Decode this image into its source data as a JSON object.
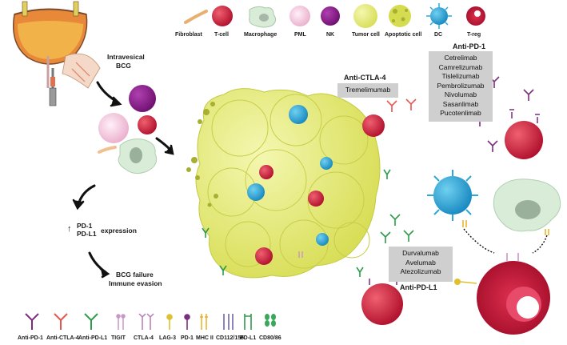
{
  "legend_top": {
    "items": [
      {
        "label": "Fibroblast"
      },
      {
        "label": "T-cell"
      },
      {
        "label": "Macrophage"
      },
      {
        "label": "PML"
      },
      {
        "label": "NK"
      },
      {
        "label": "Tumor cell"
      },
      {
        "label": "Apoptotic cell"
      },
      {
        "label": "DC"
      },
      {
        "label": "T-reg"
      }
    ]
  },
  "legend_bottom": {
    "items": [
      {
        "label": "Anti-PD-1",
        "color": "#7b2d7e"
      },
      {
        "label": "Anti-CTLA-4",
        "color": "#e8544e"
      },
      {
        "label": "Anti-PD-L1",
        "color": "#2e9b4a"
      },
      {
        "label": "TIGIT",
        "color": "#c996c8"
      },
      {
        "label": "CTLA-4",
        "color": "#b57ab3"
      },
      {
        "label": "LAG-3",
        "color": "#e0c030"
      },
      {
        "label": "PD-1",
        "color": "#7b2d7e"
      },
      {
        "label": "MHC II",
        "color": "#e8b020"
      },
      {
        "label": "CD112/155",
        "color": "#6a5aa8"
      },
      {
        "label": "PD-L1",
        "color": "#2e9b4a"
      },
      {
        "label": "CD80/86",
        "color": "#3aa85a"
      }
    ]
  },
  "flow": {
    "intravesical": "Intravesical",
    "bcg": "BCG",
    "pd1": "PD-1",
    "pdl1": "PD-L1",
    "expression": "expression",
    "up_arrow": "↑",
    "bcg_failure": "BCG failure",
    "immune_evasion": "Immune evasion"
  },
  "anti_ctla4": {
    "title": "Anti-CTLA-4",
    "drugs": [
      "Tremelimumab"
    ]
  },
  "anti_pd1": {
    "title": "Anti-PD-1",
    "drugs": [
      "Cetrelimab",
      "Camrelizumab",
      "Tislelizumab",
      "Pembrolizumab",
      "Nivolumab",
      "Sasanlimab",
      "Pucotenlimab"
    ]
  },
  "anti_pdl1": {
    "title": "Anti-PD-L1",
    "drugs": [
      "Durvalumab",
      "Avelumab",
      "Atezolizumab"
    ]
  },
  "colors": {
    "tcell": "#c8143c",
    "tumor": "#e6ec7a",
    "dc": "#2aa8d8",
    "nk": "#8a1d8a",
    "pml": "#f2c4dc",
    "macrophage": "#d8ecd8",
    "fibroblast": "#f0c090",
    "box": "#cfcfcf"
  }
}
